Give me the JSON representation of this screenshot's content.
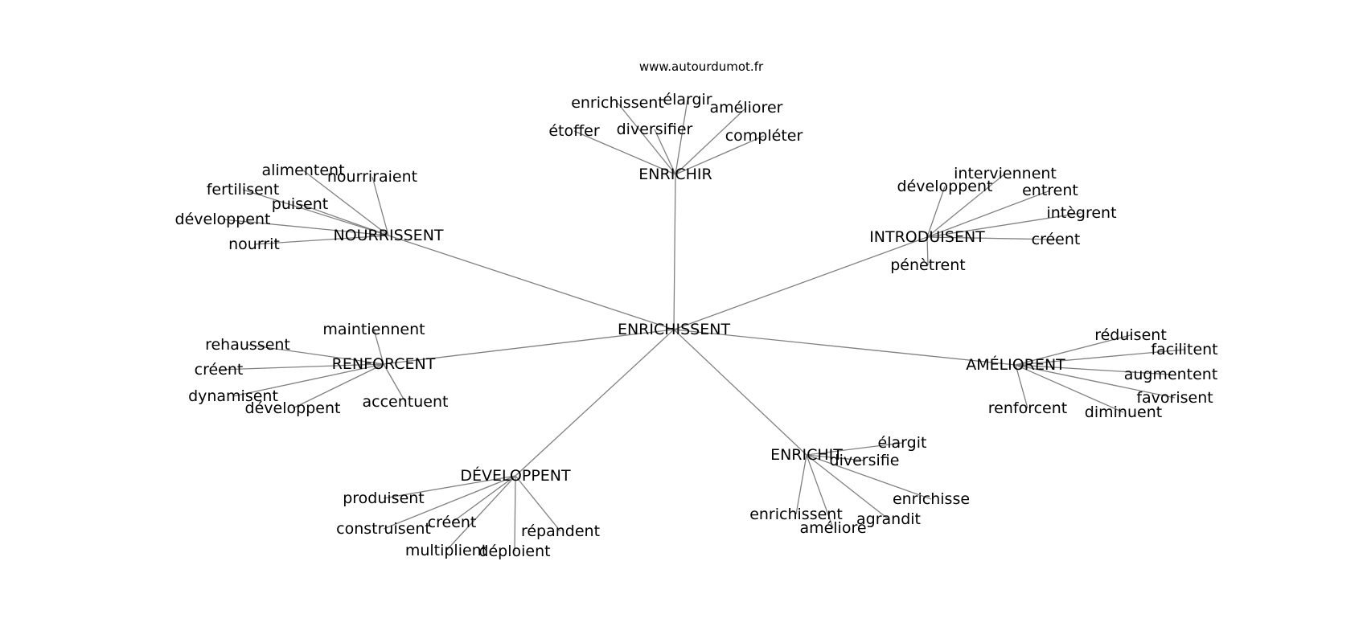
{
  "site": "www.autourdumot.fr",
  "center": "ENRICHISSENT",
  "groups": [
    {
      "hub": "ENRICHIR",
      "leaves": [
        "enrichissent",
        "élargir",
        "améliorer",
        "étoffer",
        "diversifier",
        "compléter"
      ]
    },
    {
      "hub": "NOURRISSENT",
      "leaves": [
        "alimentent",
        "nourriraient",
        "fertilisent",
        "puisent",
        "développent",
        "nourrit"
      ]
    },
    {
      "hub": "INTRODUISENT",
      "leaves": [
        "interviennent",
        "développent",
        "entrent",
        "intègrent",
        "créent",
        "pénètrent"
      ]
    },
    {
      "hub": "RENFORCENT",
      "leaves": [
        "maintiennent",
        "rehaussent",
        "créent",
        "dynamisent",
        "développent",
        "accentuent"
      ]
    },
    {
      "hub": "AMÉLIORENT",
      "leaves": [
        "réduisent",
        "facilitent",
        "augmentent",
        "favorisent",
        "renforcent",
        "diminuent"
      ]
    },
    {
      "hub": "ENRICHIT",
      "leaves": [
        "élargit",
        "diversifie",
        "enrichisse",
        "enrichissent",
        "agrandit",
        "améliore"
      ]
    },
    {
      "hub": "DÉVELOPPENT",
      "leaves": [
        "produisent",
        "construisent",
        "créent",
        "multiplient",
        "déploient",
        "répandent"
      ]
    }
  ]
}
